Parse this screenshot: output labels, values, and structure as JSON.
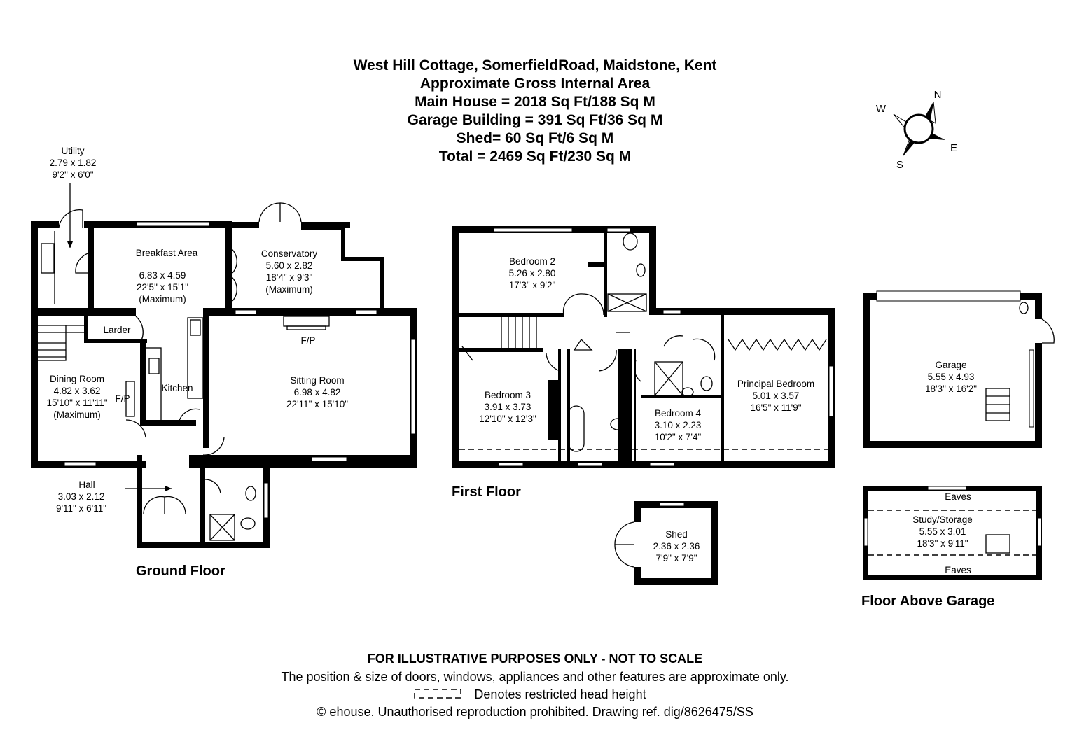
{
  "header": {
    "address": "West Hill Cottage, SomerfieldRoad, Maidstone, Kent",
    "subtitle": "Approximate Gross Internal Area",
    "main_house": "Main House = 2018 Sq Ft/188 Sq M",
    "garage_building": "Garage Building = 391 Sq Ft/36 Sq M",
    "shed": "Shed= 60 Sq Ft/6 Sq M",
    "total": "Total = 2469 Sq Ft/230 Sq M"
  },
  "compass": {
    "n": "N",
    "e": "E",
    "s": "S",
    "w": "W",
    "icon": "compass-icon"
  },
  "ground_floor": {
    "title": "Ground Floor",
    "rooms": {
      "utility": {
        "name": "Utility",
        "metric": "2.79 x 1.82",
        "imperial": "9'2\" x 6'0\""
      },
      "breakfast": {
        "name": "Breakfast Area",
        "metric": "6.83 x 4.59",
        "imperial": "22'5\" x 15'1\"",
        "note": "(Maximum)"
      },
      "conservatory": {
        "name": "Conservatory",
        "metric": "5.60 x 2.82",
        "imperial": "18'4\" x 9'3\"",
        "note": "(Maximum)"
      },
      "larder": {
        "name": "Larder"
      },
      "dining": {
        "name": "Dining Room",
        "metric": "4.82 x 3.62",
        "imperial": "15'10\" x 11'11\"",
        "note": "(Maximum)",
        "fp": "F/P"
      },
      "kitchen": {
        "name": "Kitchen"
      },
      "sitting": {
        "name": "Sitting Room",
        "metric": "6.98 x 4.82",
        "imperial": "22'11\" x 15'10\"",
        "fp": "F/P"
      },
      "hall": {
        "name": "Hall",
        "metric": "3.03 x 2.12",
        "imperial": "9'11\" x 6'11\""
      }
    }
  },
  "first_floor": {
    "title": "First Floor",
    "rooms": {
      "bedroom2": {
        "name": "Bedroom 2",
        "metric": "5.26 x 2.80",
        "imperial": "17'3\" x 9'2\""
      },
      "bedroom3": {
        "name": "Bedroom 3",
        "metric": "3.91 x 3.73",
        "imperial": "12'10\" x 12'3\""
      },
      "bedroom4": {
        "name": "Bedroom 4",
        "metric": "3.10 x 2.23",
        "imperial": "10'2\" x 7'4\""
      },
      "principal": {
        "name": "Principal Bedroom",
        "metric": "5.01 x 3.57",
        "imperial": "16'5\" x 11'9\""
      }
    }
  },
  "shed": {
    "name": "Shed",
    "metric": "2.36 x 2.36",
    "imperial": "7'9\" x 7'9\""
  },
  "garage": {
    "name": "Garage",
    "metric": "5.55 x 4.93",
    "imperial": "18'3\" x 16'2\""
  },
  "floor_above_garage": {
    "title": "Floor Above Garage",
    "eaves_top": "Eaves",
    "eaves_bottom": "Eaves",
    "room": {
      "name": "Study/Storage",
      "metric": "5.55 x 3.01",
      "imperial": "18'3\" x 9'11\""
    }
  },
  "footer": {
    "disclaimer": "FOR ILLUSTRATIVE PURPOSES ONLY - NOT TO SCALE",
    "note": "The position & size of doors, windows, appliances and other features are approximate only.",
    "legend": "Denotes restricted head height",
    "copyright": "© ehouse. Unauthorised reproduction prohibited. Drawing ref. dig/8626475/SS"
  }
}
